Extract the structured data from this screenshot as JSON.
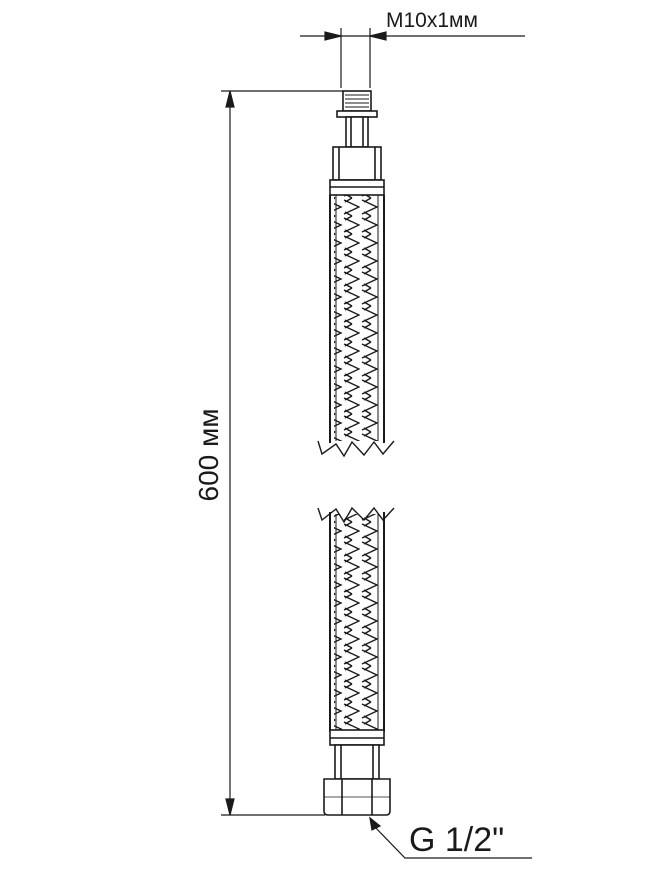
{
  "drawing": {
    "thread_label": "M10x1мм",
    "length_label": "600 мм",
    "nut_label": "G 1/2\"",
    "line_color": "#1a1a1a",
    "background_color": "#ffffff"
  }
}
